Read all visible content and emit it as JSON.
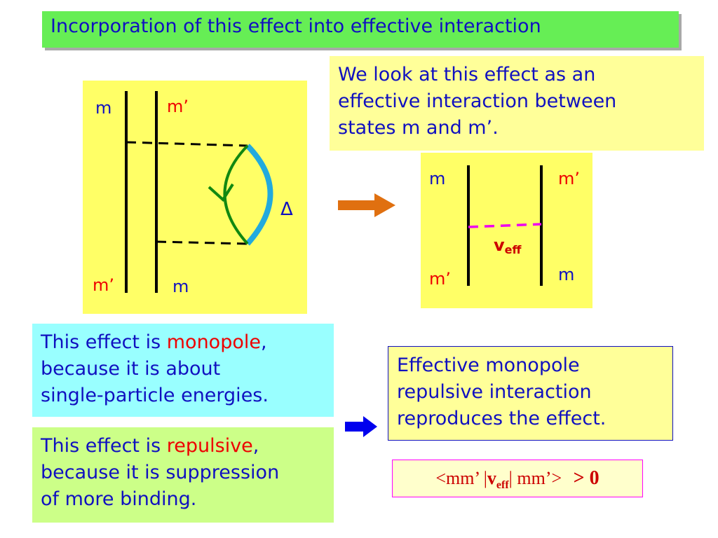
{
  "slide": {
    "title": "Incorporation of this effect into effective interaction",
    "note": {
      "lines": [
        "We look at this effect as an",
        "effective interaction between",
        "states m and m’."
      ]
    },
    "diagram_left": {
      "label_top_left": "m",
      "label_top_right": "m’",
      "label_bottom_left": "m’",
      "label_bottom_right": "m",
      "delta": "Δ"
    },
    "diagram_right": {
      "label_top_left": "m",
      "label_top_right": "m’",
      "label_bottom_left": "m’",
      "label_bottom_right": "m",
      "veff_main": "v",
      "veff_sub": "eff"
    },
    "monopole_box": {
      "line1_prefix": "This effect is ",
      "line1_highlight": "monopole",
      "line1_suffix": ",",
      "line2": "because it is about",
      "line3": "single-particle energies."
    },
    "repulsive_box": {
      "line1_prefix": "This effect is ",
      "line1_highlight": "repulsive",
      "line1_suffix": ",",
      "line2": "because it is suppression",
      "line3": "of more binding."
    },
    "effective_box": {
      "lines": [
        "Effective monopole",
        "repulsive interaction",
        "reproduces the effect."
      ]
    },
    "formula": {
      "part1": "<mm’ |",
      "v": "v",
      "sub": "eff",
      "part2": "| mm’>",
      "gt": "> 0"
    }
  },
  "colors": {
    "text_blue": "#1010c0",
    "highlight_red": "#ee0000",
    "title_bg": "#66ee55",
    "arrow_orange": "#e07010",
    "arrow_blue": "#0000ee",
    "loop_green": "#118811",
    "loop_cyan": "#22aadd",
    "veff_magenta": "#ee00ee"
  }
}
